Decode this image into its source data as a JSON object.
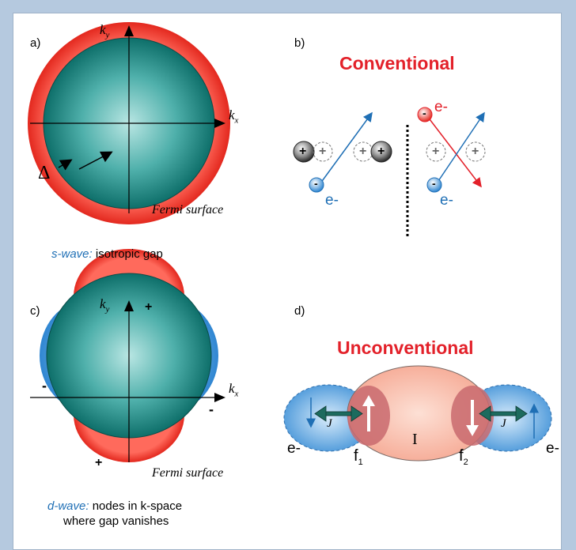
{
  "panel_a": {
    "label": "a)",
    "axis_y": "k",
    "axis_y_sub": "y",
    "axis_x": "k",
    "axis_x_sub": "x",
    "gap_symbol": "Δ",
    "surface_label": "Fermi surface",
    "caption_prefix": "s-wave:",
    "caption_text": " isotropic gap"
  },
  "panel_b": {
    "label": "b)",
    "title": "Conventional",
    "ion_sign": "+",
    "electron_sign": "-",
    "electron_label": "e-"
  },
  "panel_c": {
    "label": "c)",
    "axis_y": "k",
    "axis_y_sub": "y",
    "axis_x": "k",
    "axis_x_sub": "x",
    "plus": "+",
    "minus": "-",
    "surface_label": "Fermi surface",
    "caption_prefix": "d-wave:",
    "caption_text": " nodes in k-space",
    "caption_line2": "where gap vanishes"
  },
  "panel_d": {
    "label": "d)",
    "title": "Unconventional",
    "electron_label": "e-",
    "insulator": "I",
    "exchange": "J",
    "f1": "f",
    "f1_sub": "1",
    "f2": "f",
    "f2_sub": "2"
  }
}
